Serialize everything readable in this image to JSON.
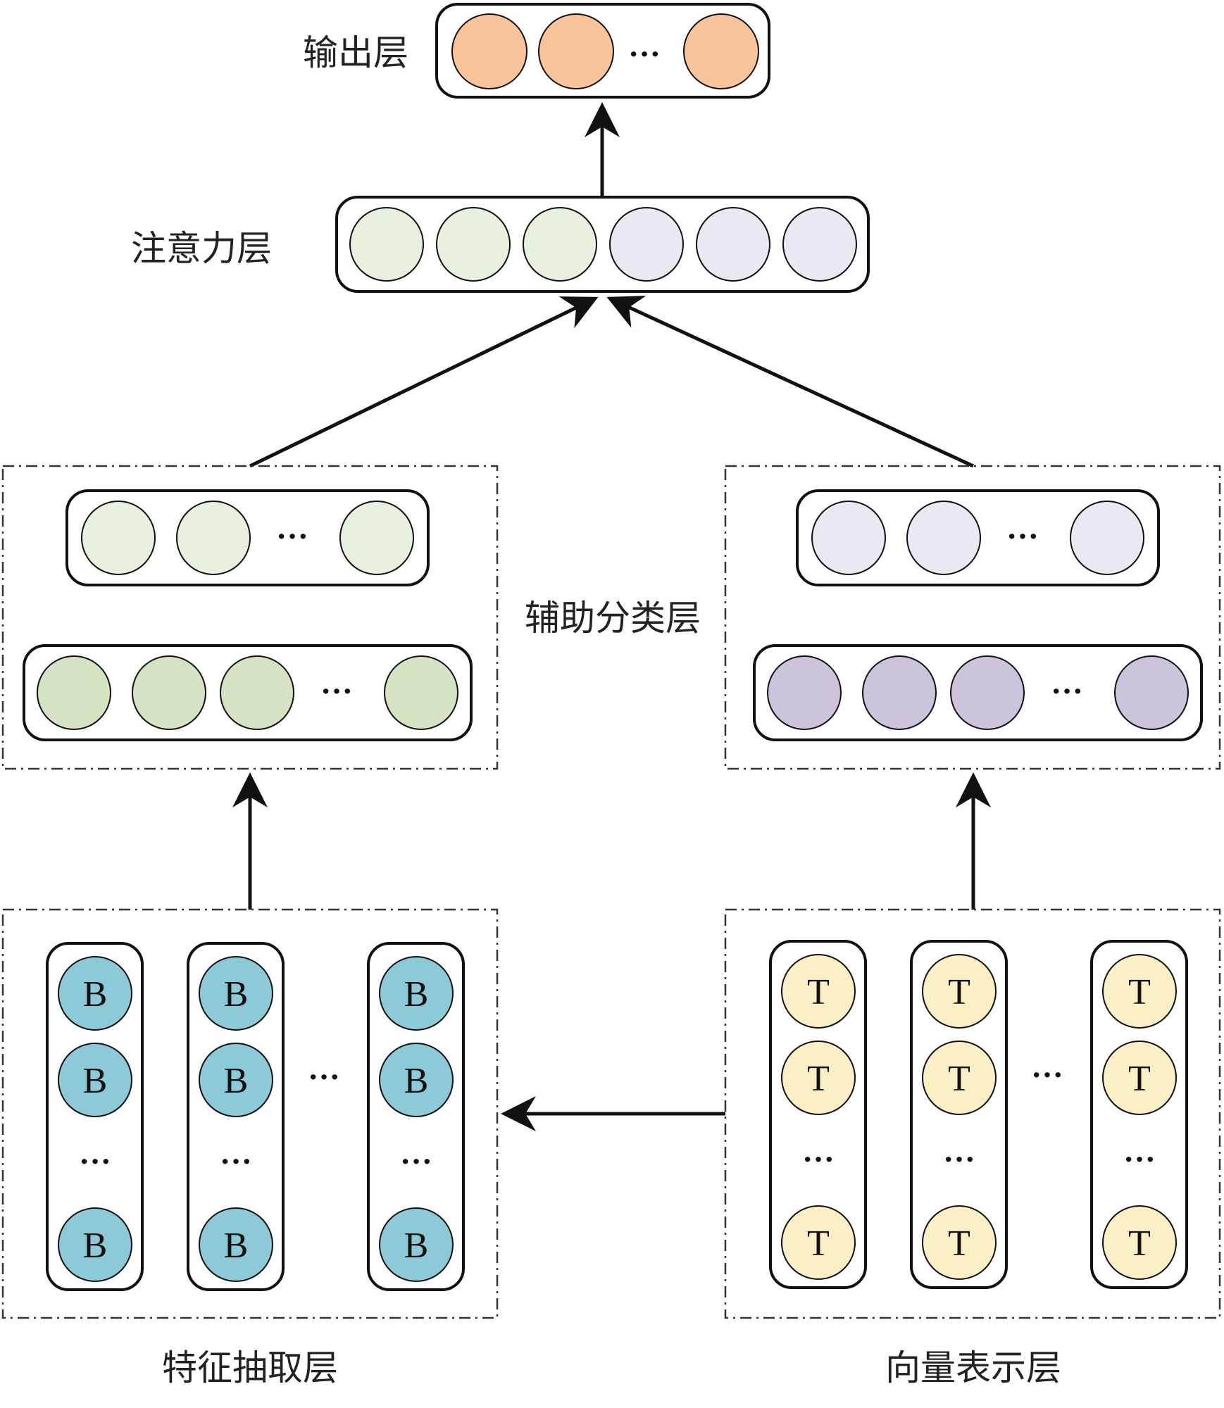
{
  "labels": {
    "output_layer": "输出层",
    "attention_layer": "注意力层",
    "aux_classification_layer": "辅助分类层",
    "feature_extraction_layer": "特征抽取层",
    "vector_representation_layer": "向量表示层"
  },
  "node_letters": {
    "bert": "B",
    "token": "T"
  },
  "ellipsis": "···",
  "colors": {
    "output_node": "#F9C49A",
    "attention_green": "#E8F0DF",
    "attention_lavender": "#EAE8F0",
    "aux_green_light": "#E8F0DF",
    "aux_green_dark": "#D6E3C3",
    "aux_lavender_light": "#EAE8F0",
    "aux_purple": "#CDC4DC",
    "bert_node": "#8CCAD8",
    "token_node": "#FCEFC6",
    "stroke": "#111111"
  }
}
